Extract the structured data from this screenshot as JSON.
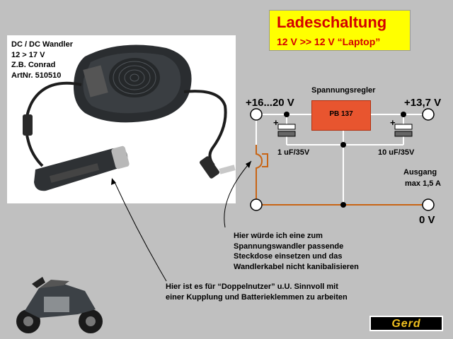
{
  "title": {
    "main": "Ladeschaltung",
    "sub": "12 V >> 12 V “Laptop”"
  },
  "photo_labels": [
    "DC / DC Wandler",
    "12 > 17 V",
    "Z.B. Conrad",
    "ArtNr. 510510"
  ],
  "circuit": {
    "input_voltage": "+16...20 V",
    "output_voltage": "+13,7 V",
    "regulator_label": "Spannungsregler",
    "regulator_part": "PB 137",
    "cap_left": "1 uF/35V",
    "cap_right": "10 uF/35V",
    "output_label": "Ausgang",
    "output_max": "max 1,5 A",
    "ground": "0 V",
    "plus_sign": "+"
  },
  "notes": {
    "socket": [
      "Hier würde ich eine zum",
      "Spannungswandler passende",
      "Steckdose einsetzen und das",
      "Wandlerkabel nicht kanibalisieren"
    ],
    "double_use": [
      "Hier ist es für “Doppelnutzer” u.U. Sinnvoll mit",
      "einer Kupplung und Batterieklemmen zu arbeiten"
    ]
  },
  "logo_text": "Gerd",
  "colors": {
    "background": "#c0c0c0",
    "title_bg": "#ffff00",
    "title_text": "#d40000",
    "wire": "#c86414",
    "regulator": "#e8552f"
  }
}
